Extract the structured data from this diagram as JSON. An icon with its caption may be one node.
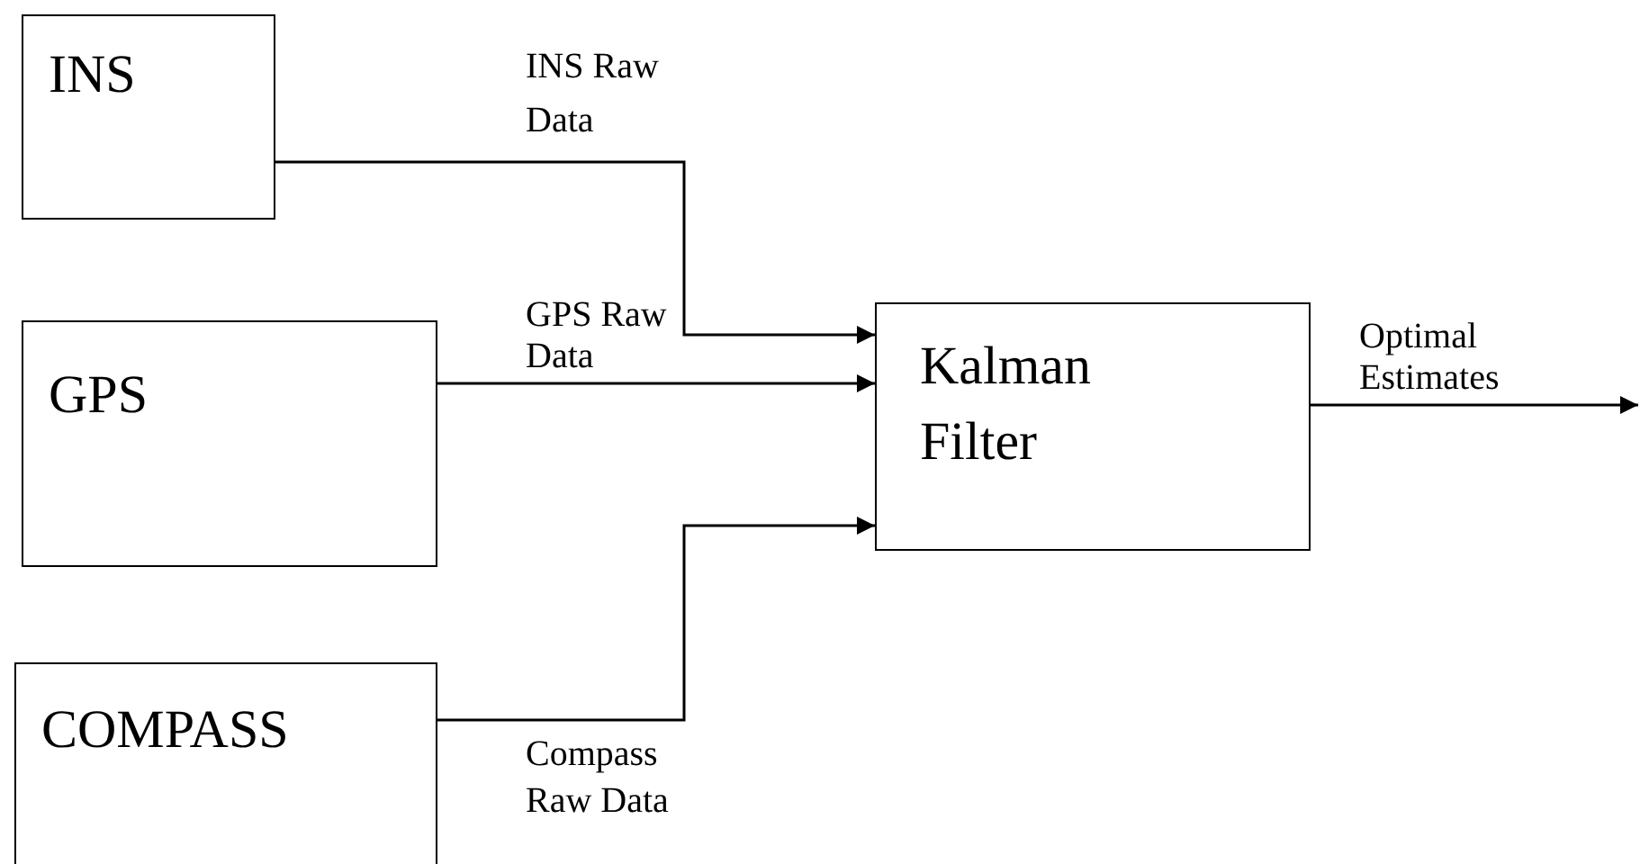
{
  "diagram": {
    "nodes": [
      {
        "text": [
          "INS"
        ]
      },
      {
        "text": [
          "GPS"
        ]
      },
      {
        "text": [
          "COMPASS"
        ]
      },
      {
        "text": [
          "Kalman Filter"
        ]
      }
    ],
    "edges": [
      {
        "from": 0,
        "to": 3,
        "arrow": "to",
        "label": "INS Raw Data"
      },
      {
        "from": 1,
        "to": 3,
        "arrow": "to",
        "label": "GPS Raw Data"
      },
      {
        "from": 2,
        "to": 3,
        "arrow": "to",
        "label": "Compass Raw Data"
      },
      {
        "from": 3,
        "to": null,
        "arrow": "to",
        "label": "Optimal Estimates"
      }
    ]
  }
}
